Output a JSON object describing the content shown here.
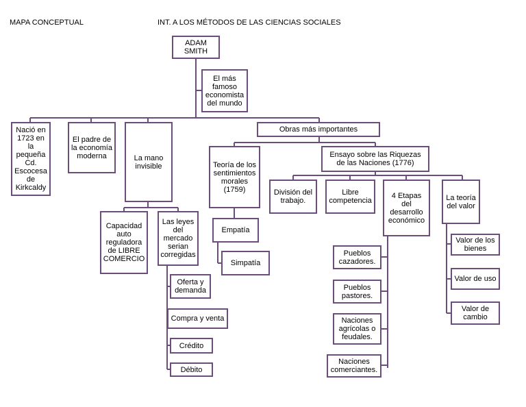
{
  "header": {
    "left_title": "MAPA CONCEPTUAL",
    "center_title": "INT. A LOS MÉTODOS DE LAS CIENCIAS SOCIALES"
  },
  "colors": {
    "line": "#6b4c7d",
    "box_border": "#6b4c7d"
  },
  "nodes": {
    "adam_smith": "ADAM\nSMITH",
    "famoso": "El más\nfamoso\neconomista\ndel mundo",
    "nacio": "Nació en\n1723 en la\npequeña Cd.\nEscocesa de\nKirkcaldy",
    "padre": "El padre de\nla economía\nmoderna",
    "mano": "La mano\ninvisible",
    "obras": "Obras más importantes",
    "teoria_sentimientos": "Teoría de los\nsentimientos\nmorales\n(1759)",
    "ensayo": "Ensayo sobre las Riquezas\nde las Naciones (1776)",
    "capacidad": "Capacidad\nauto\nreguladora\nde LIBRE\nCOMERCIO",
    "leyes": "Las leyes\ndel\nmercado\nserian\ncorregidas",
    "empatia": "Empatía",
    "simpatia": "Simpatía",
    "division": "División del\ntrabajo.",
    "libre": "Libre\ncompetencia",
    "etapas": "4 Etapas del\ndesarrollo\neconómico",
    "teoria_valor": "La teoría\ndel valor",
    "oferta": "Oferta y\ndemanda",
    "compra": "Compra y venta",
    "credito": "Crédito",
    "debito": "Débito",
    "cazadores": "Pueblos\ncazadores.",
    "pastores": "Pueblos\npastores.",
    "agricolas": "Naciones\nagrícolas o\nfeudales.",
    "comerciantes": "Naciones\ncomerciantes.",
    "valor_bienes": "Valor de los\nbienes",
    "valor_uso": "Valor de uso",
    "valor_cambio": "Valor de\ncambio"
  }
}
